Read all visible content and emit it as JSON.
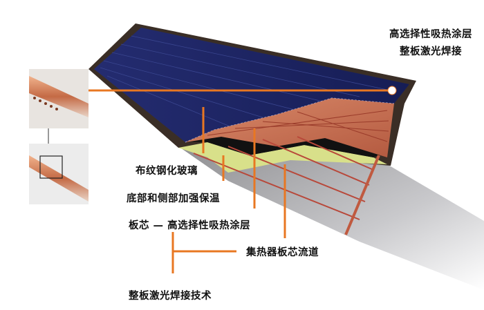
{
  "labels": {
    "top_right_1": "高选择性吸热涂层",
    "top_right_2": "整板激光焊接",
    "glass": "布纹钢化玻璃",
    "insulation": "底部和侧部加强保温",
    "core_coating": "板芯 — 高选择性吸热涂层",
    "flow_channel": "集热器板芯流道",
    "laser_welding": "整板激光焊接技术"
  },
  "colors": {
    "callout": "#e87722",
    "glass": "#1d2566",
    "frame": "#3a2e26",
    "copper": "#c87054",
    "insulation": "#d8e08a"
  }
}
